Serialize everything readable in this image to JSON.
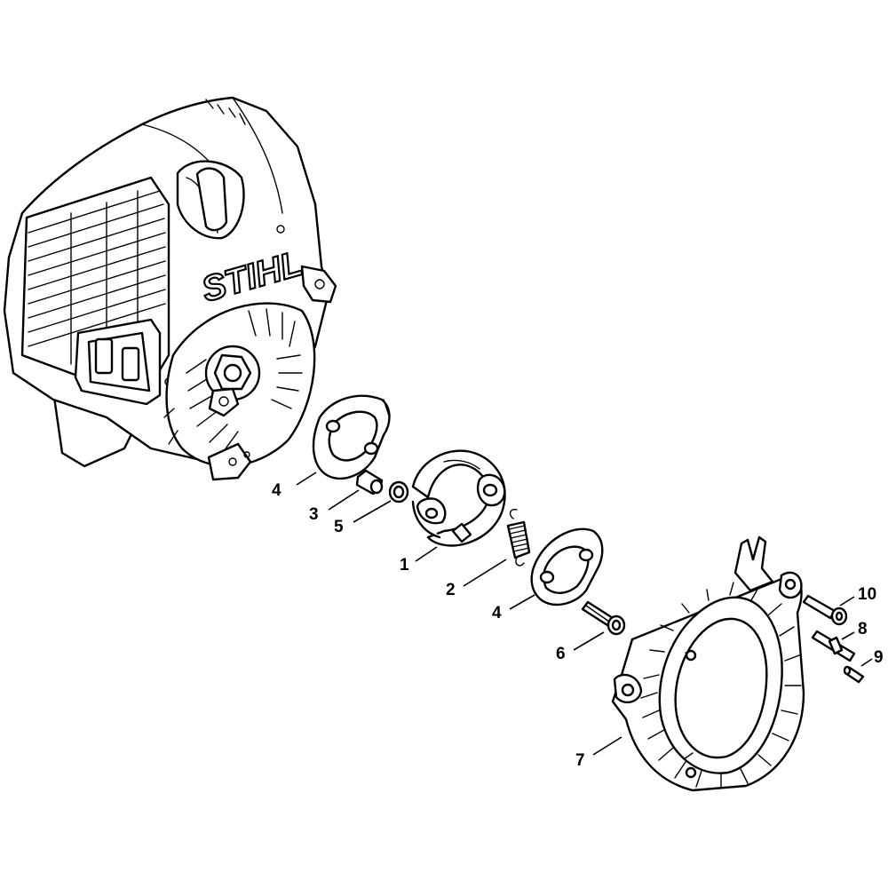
{
  "brand": {
    "logo_text": "STIHL"
  },
  "callouts": [
    {
      "id": "c1",
      "text": "1"
    },
    {
      "id": "c2",
      "text": "2"
    },
    {
      "id": "c3",
      "text": "3"
    },
    {
      "id": "c4a",
      "text": "4"
    },
    {
      "id": "c4b",
      "text": "4"
    },
    {
      "id": "c5",
      "text": "5"
    },
    {
      "id": "c6",
      "text": "6"
    },
    {
      "id": "c7",
      "text": "7"
    },
    {
      "id": "c8",
      "text": "8"
    },
    {
      "id": "c9",
      "text": "9"
    },
    {
      "id": "c10",
      "text": "10"
    }
  ]
}
